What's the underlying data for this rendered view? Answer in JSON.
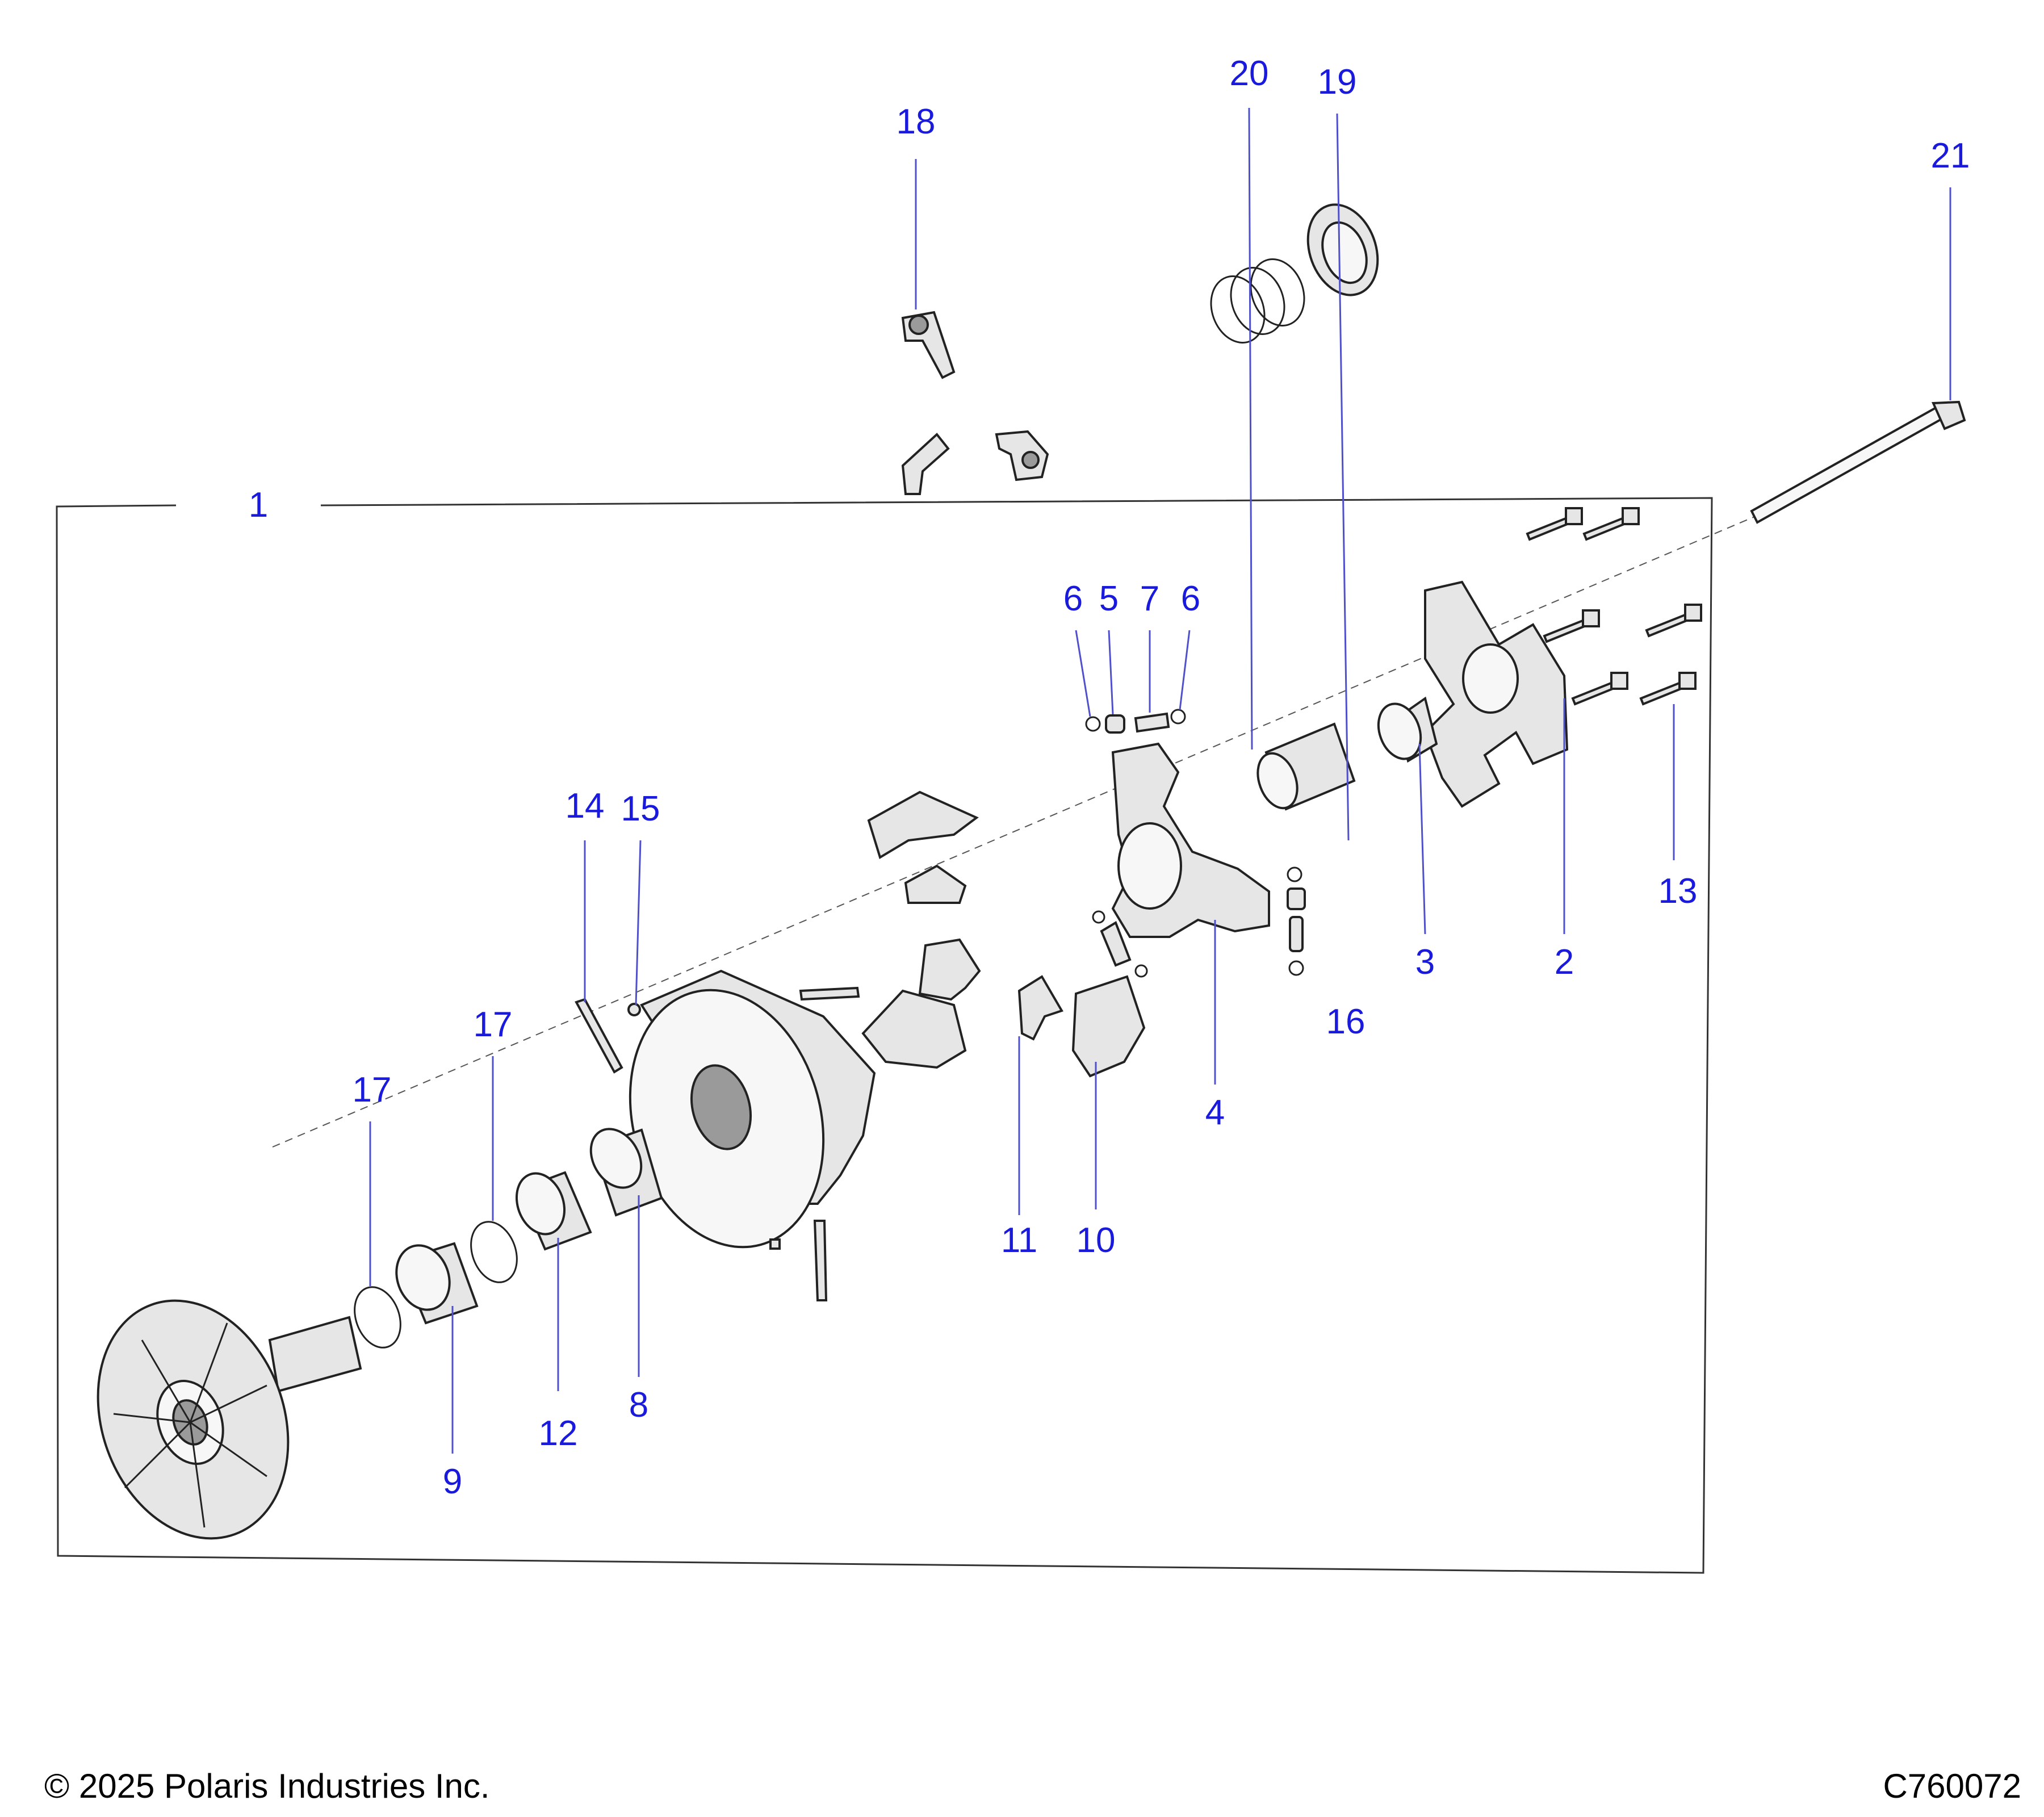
{
  "callouts": {
    "c1": "1",
    "c2": "2",
    "c3": "3",
    "c4": "4",
    "c5": "5",
    "c6a": "6",
    "c6b": "6",
    "c7": "7",
    "c8": "8",
    "c9": "9",
    "c10": "10",
    "c11": "11",
    "c12": "12",
    "c13": "13",
    "c14": "14",
    "c15": "15",
    "c16": "16",
    "c17a": "17",
    "c17b": "17",
    "c18": "18",
    "c19": "19",
    "c20": "20",
    "c21": "21"
  },
  "footer": {
    "copyright": "© 2025 Polaris Industries Inc.",
    "diagram_id": "C760072"
  },
  "colors": {
    "callout": "#1a1adc",
    "line": "#222222"
  }
}
